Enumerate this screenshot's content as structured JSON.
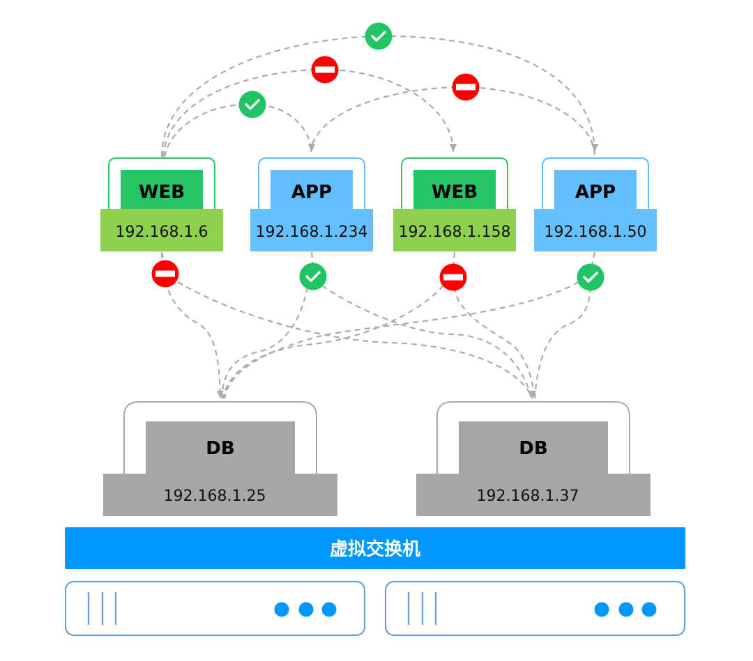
{
  "diagram": {
    "title": "",
    "colors": {
      "web_top": "#26c466",
      "web_bottom": "#8fd14f",
      "web_outline": "#33c16a",
      "app_top": "#64bdfd",
      "app_bottom": "#66c0fd",
      "app_outline": "#6ab9f4",
      "db": "#a6a6a6",
      "db_outline": "#a9a9a9",
      "switch": "#0098fe",
      "server_outline": "#6a9fd8",
      "server_dot": "#0098fe",
      "allow": "#20c464",
      "deny": "#fe0000",
      "edge": "#aaaaaa"
    },
    "nodes": [
      {
        "id": "web1",
        "type": "WEB",
        "ip": "192.168.1.6",
        "role": "web"
      },
      {
        "id": "app1",
        "type": "APP",
        "ip": "192.168.1.234",
        "role": "app"
      },
      {
        "id": "web2",
        "type": "WEB",
        "ip": "192.168.1.158",
        "role": "web"
      },
      {
        "id": "app2",
        "type": "APP",
        "ip": "192.168.1.50",
        "role": "app"
      },
      {
        "id": "db1",
        "type": "DB",
        "ip": "192.168.1.25",
        "role": "db"
      },
      {
        "id": "db2",
        "type": "DB",
        "ip": "192.168.1.37",
        "role": "db"
      }
    ],
    "edges": [
      {
        "from": "web1",
        "to": "app1",
        "status": "allow",
        "icon": "check-icon"
      },
      {
        "from": "web1",
        "to": "web2",
        "status": "deny",
        "icon": "deny-icon"
      },
      {
        "from": "web1",
        "to": "app2",
        "status": "allow",
        "icon": "check-icon"
      },
      {
        "from": "app2",
        "to": "app1",
        "status": "deny",
        "icon": "deny-icon"
      },
      {
        "from": "web1",
        "to": "db1",
        "status": "deny",
        "icon": "deny-icon"
      },
      {
        "from": "web1",
        "to": "db2",
        "status": "deny",
        "icon": "deny-icon"
      },
      {
        "from": "app1",
        "to": "db1",
        "status": "allow",
        "icon": "check-icon"
      },
      {
        "from": "app1",
        "to": "db2",
        "status": "allow",
        "icon": "check-icon"
      },
      {
        "from": "web2",
        "to": "db1",
        "status": "deny",
        "icon": "deny-icon"
      },
      {
        "from": "web2",
        "to": "db2",
        "status": "deny",
        "icon": "deny-icon"
      },
      {
        "from": "app2",
        "to": "db1",
        "status": "allow",
        "icon": "check-icon"
      },
      {
        "from": "app2",
        "to": "db2",
        "status": "allow",
        "icon": "check-icon"
      }
    ],
    "switch": {
      "label": "虚拟交换机"
    },
    "servers": [
      {
        "id": "server1",
        "icon": "server-icon"
      },
      {
        "id": "server2",
        "icon": "server-icon"
      }
    ]
  }
}
